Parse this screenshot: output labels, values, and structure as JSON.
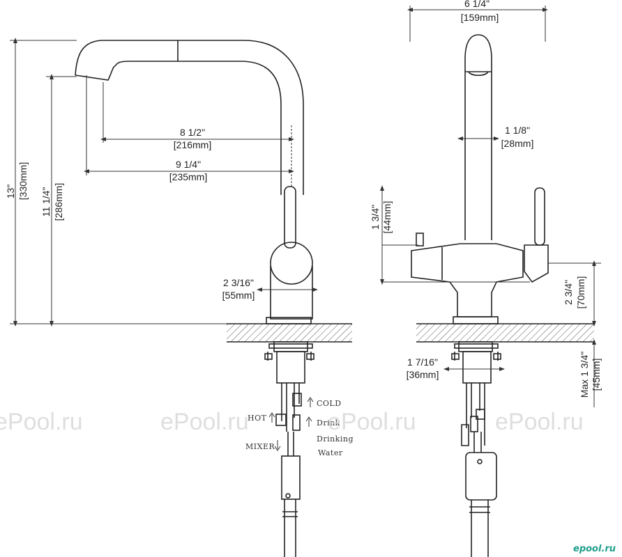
{
  "left_view": {
    "height_total": "13\"",
    "height_total_mm": "[330mm]",
    "height_outlet": "11 1/4\"",
    "height_outlet_mm": "[286mm]",
    "reach_outlet": "8 1/2\"",
    "reach_outlet_mm": "[216mm]",
    "reach_total": "9 1/4\"",
    "reach_total_mm": "[235mm]",
    "body_diameter": "2 3/16\"",
    "body_diameter_mm": "[55mm]",
    "hose_labels": {
      "cold": "COLD",
      "hot": "HOT",
      "drink_1": "Drink",
      "drink_2": "Drinking",
      "drink_3": "Water",
      "mixer": "MIXER"
    }
  },
  "right_view": {
    "width_total": "6 1/4\"",
    "width_total_mm": "[159mm]",
    "spout_diameter": "1 1/8\"",
    "spout_diameter_mm": "[28mm]",
    "handle_height": "1 3/4\"",
    "handle_height_mm": "[44mm]",
    "body_height": "2 3/4\"",
    "body_height_mm": "[70mm]",
    "base_diameter": "1 7/16\"",
    "base_diameter_mm": "[36mm]",
    "deck_thickness": "Max 1 3/4\"",
    "deck_thickness_mm": "[45mm]"
  },
  "watermark": "ePool.ru",
  "logo": "epool.ru"
}
